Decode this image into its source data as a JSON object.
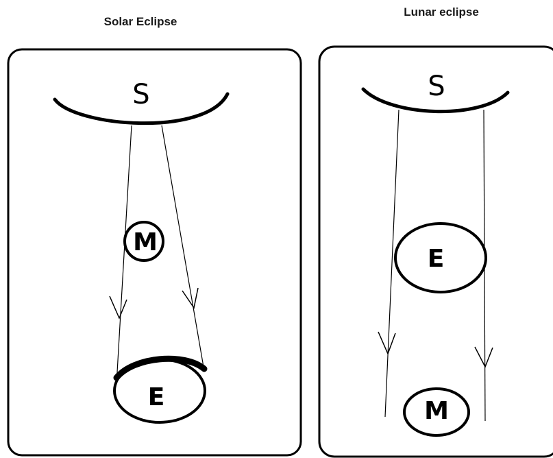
{
  "solar": {
    "title": "Solar Eclipse",
    "sun_letter": "S",
    "moon_letter": "M",
    "earth_letter": "E"
  },
  "lunar": {
    "title": "Lunar eclipse",
    "sun_letter": "S",
    "earth_letter": "E",
    "moon_letter": "M"
  }
}
